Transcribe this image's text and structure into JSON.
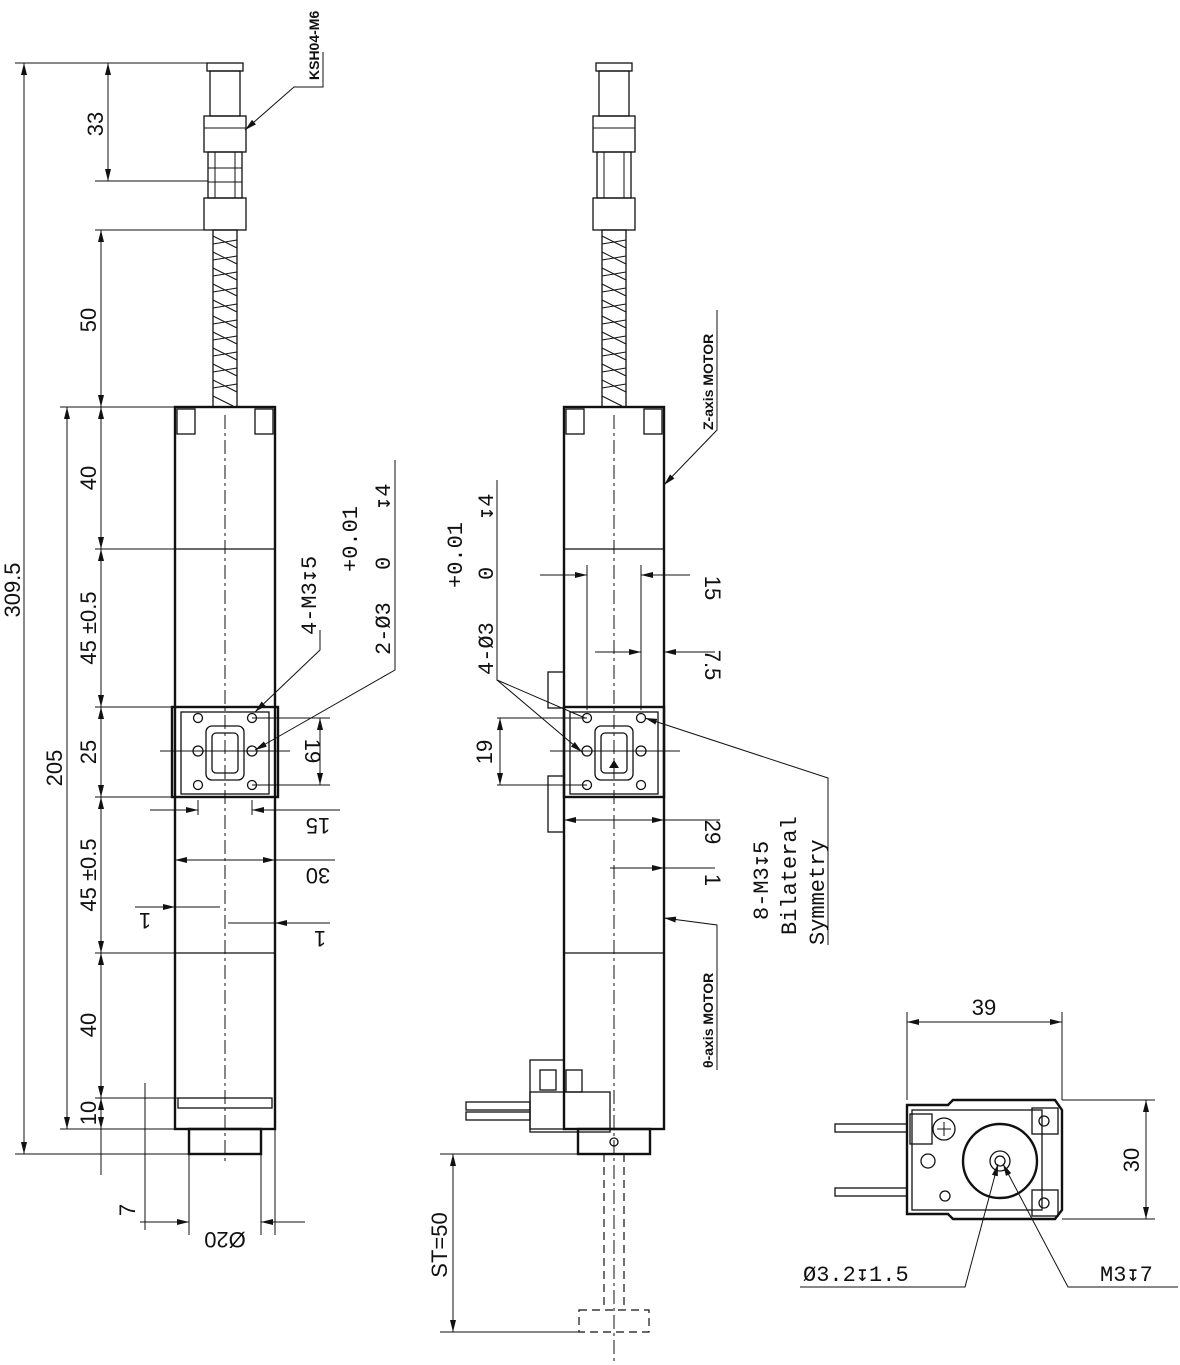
{
  "left_view": {
    "dimensions": {
      "total_length": "309.5",
      "fitting_height": "33",
      "cable_length": "50",
      "body_length": "205",
      "top_motor_length": "40",
      "upper_section": "45 ±0.5",
      "mount_height": "25",
      "lower_section": "45 ±0.5",
      "bottom_motor_length": "40",
      "flange_height": "10",
      "shaft_length": "7",
      "shaft_diameter": "Ø20",
      "hole_pitch_vertical": "19",
      "hole_pitch_horizontal": "15",
      "body_width": "30",
      "offset_left": "1",
      "offset_right": "1"
    },
    "callouts": {
      "fitting": "KSH04-M6",
      "thread_holes": "4-M3↧5",
      "dowel_holes": "2-Ø3",
      "dowel_tolerance_upper": "+0.01",
      "dowel_tolerance_lower": "0",
      "dowel_depth": "↧4"
    }
  },
  "middle_view": {
    "dimensions": {
      "hole_pitch_top": "15",
      "hole_offset": "7.5",
      "hole_pitch_vertical": "19",
      "body_depth": "29",
      "offset": "1",
      "stroke": "ST=50"
    },
    "callouts": {
      "z_motor": "Z-axis MOTOR",
      "theta_motor": "θ-axis MOTOR",
      "dowel_holes": "4-Ø3",
      "dowel_tolerance_upper": "+0.01",
      "dowel_tolerance_lower": "0",
      "dowel_depth": "↧4",
      "side_holes": "8-M3↧5",
      "symmetry_line1": "Bilateral",
      "symmetry_line2": "Symmetry"
    }
  },
  "bottom_view": {
    "dimensions": {
      "width": "39",
      "height": "30"
    },
    "callouts": {
      "center_hole": "Ø3.2↧1.5",
      "thread_hole": "M3↧7"
    }
  }
}
